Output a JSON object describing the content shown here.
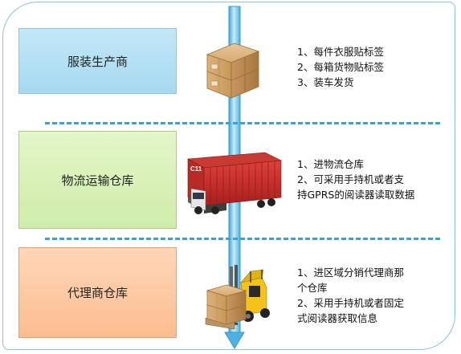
{
  "stages": [
    {
      "label": "服装生产商",
      "notes": [
        "1、每件衣服贴标签",
        "2、每箱货物贴标签",
        "3、装车发货"
      ]
    },
    {
      "label": "物流运输仓库",
      "notes": [
        "1、进物流仓库",
        "2、可采用手持机或者支",
        "持GPRS的阅读器读取数据"
      ]
    },
    {
      "label": "代理商仓库",
      "notes": [
        "1、进区域分销代理商那",
        "个仓库",
        "2、采用手持机或者固定",
        "式阅读器获取信息"
      ]
    }
  ],
  "truck": {
    "logo": "C11"
  },
  "colors": {
    "frame": "#8ec3d6",
    "stage1": "#b4e0f4",
    "stage2": "#d8f0b8",
    "stage3": "#fdc9a2",
    "separator": "#3e9fd0",
    "arrow": "#5bb8e6"
  }
}
